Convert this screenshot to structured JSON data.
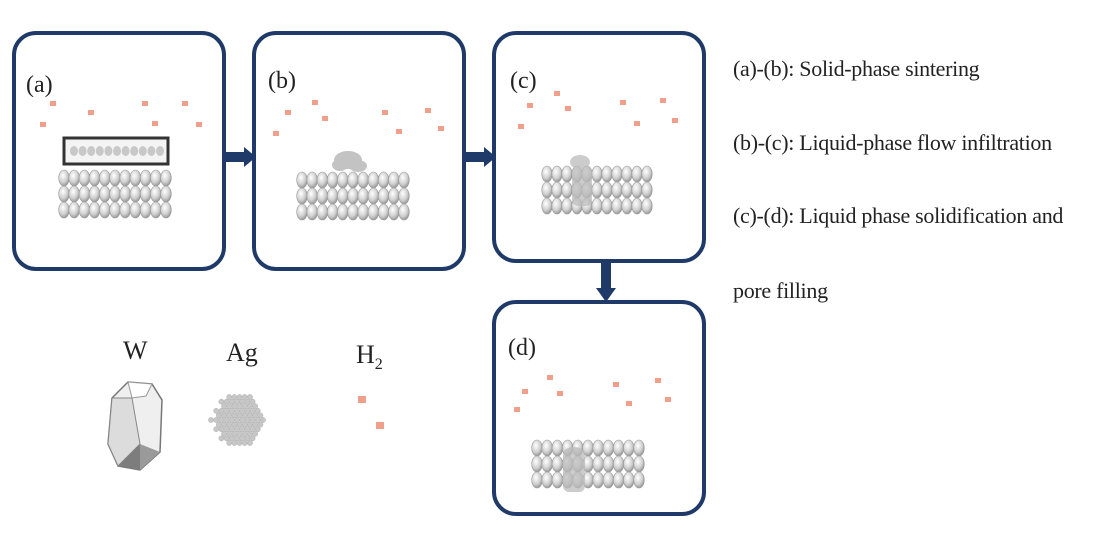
{
  "panels": [
    {
      "id": "a",
      "label": "(a)"
    },
    {
      "id": "b",
      "label": "(b)"
    },
    {
      "id": "c",
      "label": "(c)"
    },
    {
      "id": "d",
      "label": "(d)"
    }
  ],
  "descriptions": [
    "(a)-(b): Solid-phase sintering",
    "(b)-(c): Liquid-phase flow infiltration",
    "(c)-(d):  Liquid phase solidification and",
    "pore filling"
  ],
  "legend": {
    "w": "W",
    "ag": "Ag",
    "h2_main": "H",
    "h2_sub": "2"
  },
  "colors": {
    "frame": "#1f3a68",
    "h2": "#f0a08a",
    "w_light": "#ececec",
    "w_dark": "#8a8a8a",
    "ag": "#c9c9c9"
  }
}
